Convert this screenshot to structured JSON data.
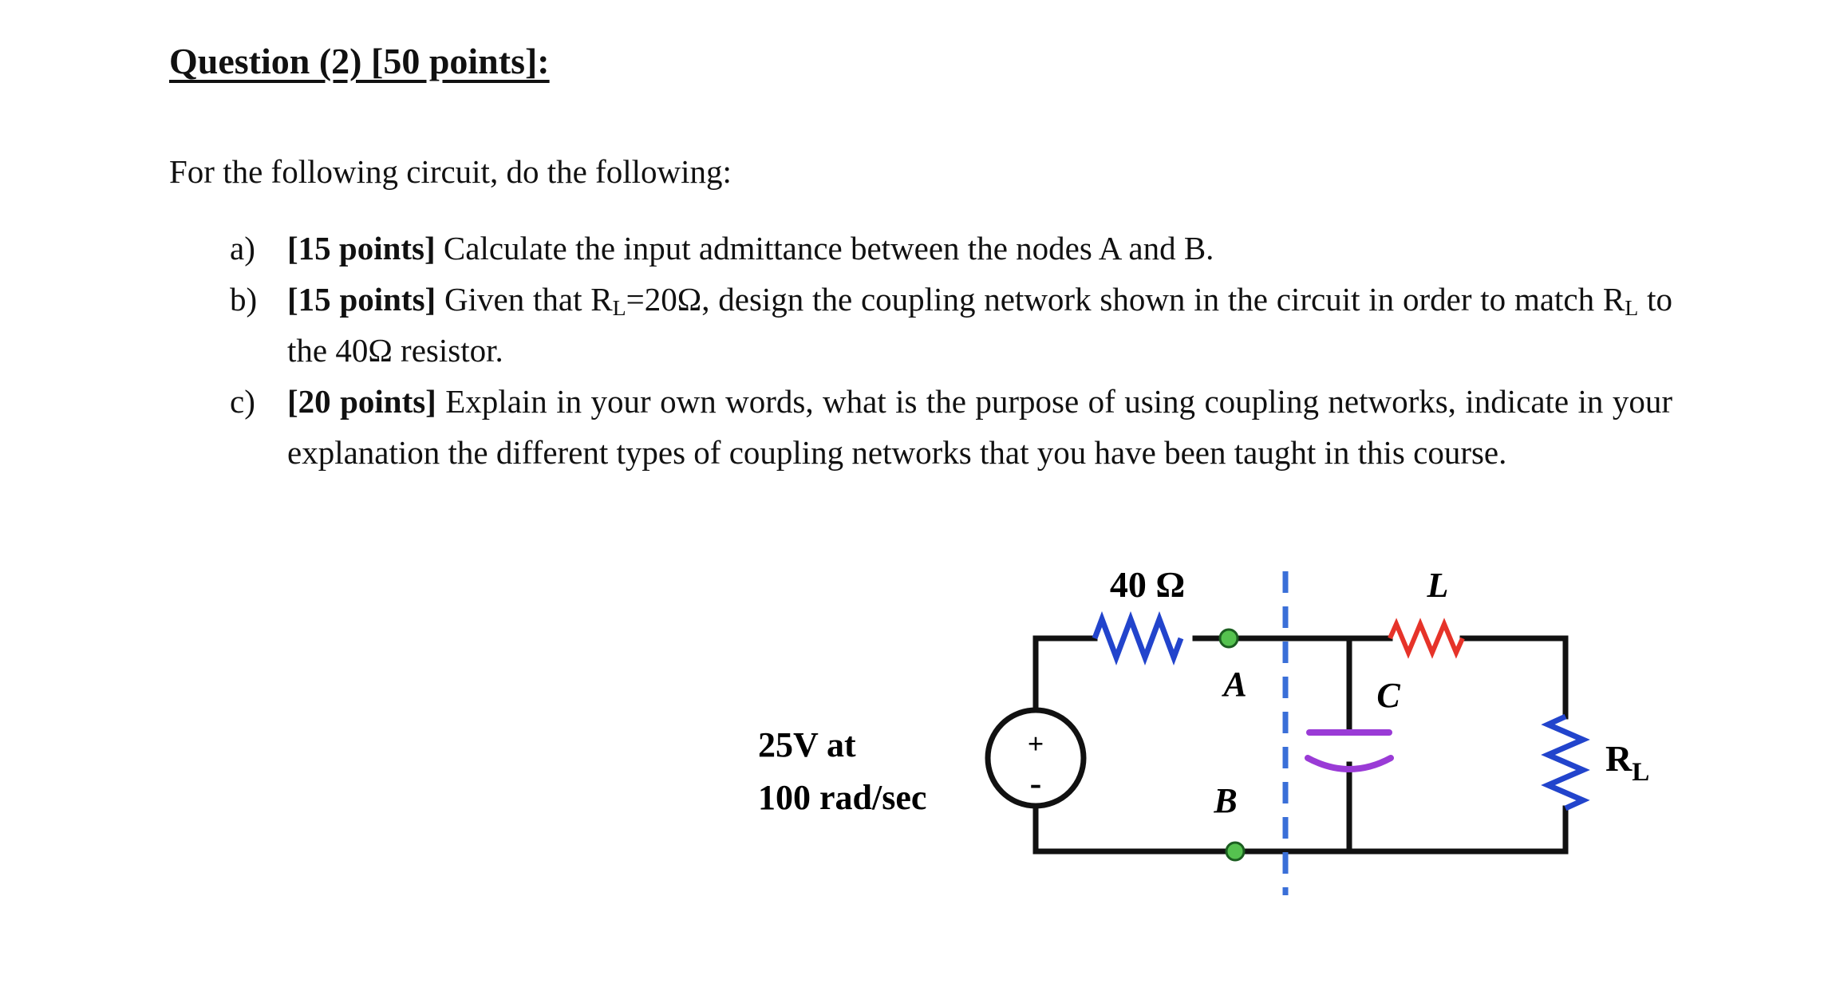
{
  "page": {
    "title": "Question (2) [50 points]:",
    "intro": "For the following circuit, do the following:"
  },
  "items": {
    "a": {
      "marker": "a)",
      "points": "[15 points]",
      "text": " Calculate the input admittance between the nodes A and B."
    },
    "b": {
      "marker": "b)",
      "points": "[15 points]",
      "t1": " Given that R",
      "sub1": "L",
      "t2": "=20Ω, design the coupling network shown in the circuit in order to match R",
      "sub2": "L",
      "t3": " to the 40Ω resistor."
    },
    "c": {
      "marker": "c)",
      "points": "[20 points]",
      "text": " Explain in your own words, what is the purpose of using coupling networks, indicate in your explanation the different types of coupling networks that you have been taught in this course."
    }
  },
  "circuit": {
    "source_label_line1": "25V at",
    "source_label_line2": "100 rad/sec",
    "source_plus": "+",
    "source_minus": "-",
    "resistor_label": "40 Ω",
    "node_a_label": "A",
    "node_b_label": "B",
    "capacitor_label": "C",
    "inductor_label": "L",
    "load_label_main": "R",
    "load_label_sub": "L",
    "colors": {
      "wire": "#111111",
      "resistor": "#2244cc",
      "inductor": "#e63329",
      "capacitor": "#9a3bd6",
      "node_fill": "#55c24f",
      "node_stroke": "#1b5e20",
      "dashed_line": "#3a6fd8",
      "load_resistor": "#2244cc"
    }
  }
}
